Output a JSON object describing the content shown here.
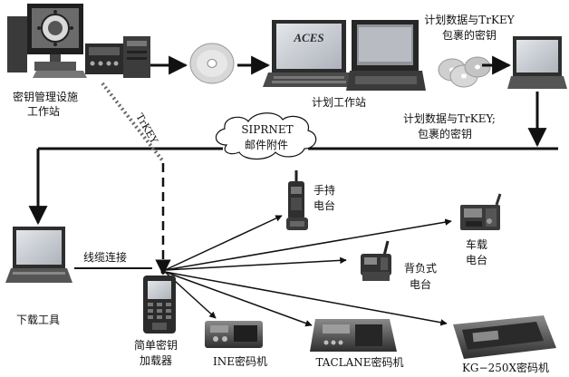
{
  "labels": {
    "kmi_line1": "密钥管理设施",
    "kmi_line2": "工作站",
    "planning_ws": "计划工作站",
    "plan_top_line1": "计划数据与TrKEY",
    "plan_top_line2": "包裹的密钥",
    "plan_mid_line1": "计划数据与TrKEY;",
    "plan_mid_line2": "包裹的密钥",
    "siprnet_line1": "SIPRNET",
    "siprnet_line2": "邮件附件",
    "trkey": "TrKEY",
    "cable": "线缆连接",
    "download_tool": "下载工具",
    "handheld_line1": "手持",
    "handheld_line2": "电台",
    "vehicle_line1": "车载",
    "vehicle_line2": "电台",
    "manpack_line1": "背负式",
    "manpack_line2": "电台",
    "loader_line1": "简单密钥",
    "loader_line2": "加载器",
    "ine": "INE密码机",
    "taclane": "TACLANE密码机",
    "kg250x": "KG−250X密码机",
    "aces_logo": "ACES"
  },
  "colors": {
    "line": "#111111",
    "device_dark": "#2a2a2a",
    "device_mid": "#6e6e6e",
    "screen_light": "#c9cdd4"
  }
}
